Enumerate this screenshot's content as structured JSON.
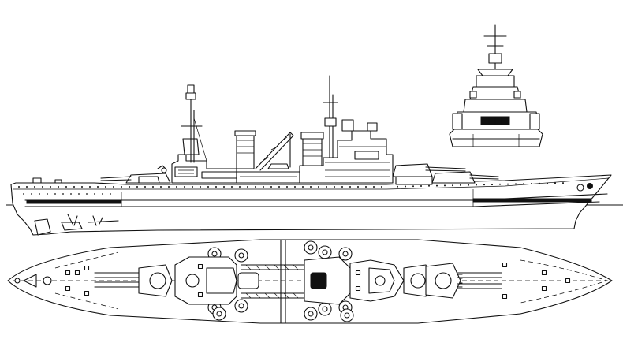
{
  "drawing": {
    "subject": "battleship-line-drawing",
    "views": [
      "side-profile",
      "bow-elevation",
      "deck-plan"
    ]
  }
}
